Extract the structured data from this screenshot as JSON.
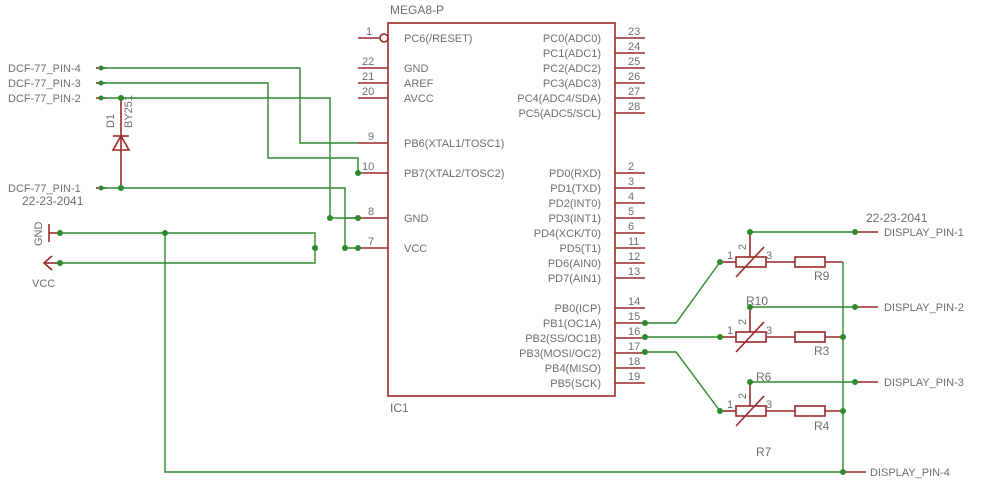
{
  "ic1": {
    "part": "MEGA8-P",
    "name": "IC1",
    "left_pins": [
      {
        "num": "1",
        "name": "PC6(/RESET)"
      },
      {
        "num": "22",
        "name": "GND"
      },
      {
        "num": "21",
        "name": "AREF"
      },
      {
        "num": "20",
        "name": "AVCC"
      },
      {
        "num": "9",
        "name": "PB6(XTAL1/TOSC1)"
      },
      {
        "num": "10",
        "name": "PB7(XTAL2/TOSC2)"
      },
      {
        "num": "8",
        "name": "GND"
      },
      {
        "num": "7",
        "name": "VCC"
      }
    ],
    "right_pins": [
      {
        "num": "23",
        "name": "PC0(ADC0)"
      },
      {
        "num": "24",
        "name": "PC1(ADC1)"
      },
      {
        "num": "25",
        "name": "PC2(ADC2)"
      },
      {
        "num": "26",
        "name": "PC3(ADC3)"
      },
      {
        "num": "27",
        "name": "PC4(ADC4/SDA)"
      },
      {
        "num": "28",
        "name": "PC5(ADC5/SCL)"
      },
      {
        "num": "2",
        "name": "PD0(RXD)"
      },
      {
        "num": "3",
        "name": "PD1(TXD)"
      },
      {
        "num": "4",
        "name": "PD2(INT0)"
      },
      {
        "num": "5",
        "name": "PD3(INT1)"
      },
      {
        "num": "6",
        "name": "PD4(XCK/T0)"
      },
      {
        "num": "11",
        "name": "PD5(T1)"
      },
      {
        "num": "12",
        "name": "PD6(AIN0)"
      },
      {
        "num": "13",
        "name": "PD7(AIN1)"
      },
      {
        "num": "14",
        "name": "PB0(ICP)"
      },
      {
        "num": "15",
        "name": "PB1(OC1A)"
      },
      {
        "num": "16",
        "name": "PB2(SS/OC1B)"
      },
      {
        "num": "17",
        "name": "PB3(MOSI/OC2)"
      },
      {
        "num": "18",
        "name": "PB4(MISO)"
      },
      {
        "num": "19",
        "name": "PB5(SCK)"
      }
    ]
  },
  "left_connector": {
    "pins": [
      "DCF-77_PIN-4",
      "DCF-77_PIN-3",
      "DCF-77_PIN-2",
      "DCF-77_PIN-1"
    ],
    "part": "22-23-2041"
  },
  "diode": {
    "name": "D1",
    "value": "BY251"
  },
  "power": {
    "gnd": "GND",
    "vcc": "VCC"
  },
  "right_connector": {
    "part": "22-23-2041",
    "pins": [
      "DISPLAY_PIN-1",
      "DISPLAY_PIN-2",
      "DISPLAY_PIN-3",
      "DISPLAY_PIN-4"
    ]
  },
  "pots": [
    {
      "name": "R10",
      "pin_a": "1",
      "pin_w": "2",
      "pin_b": "3"
    },
    {
      "name": "R6",
      "pin_a": "1",
      "pin_w": "2",
      "pin_b": "3"
    },
    {
      "name": "R7",
      "pin_a": "1",
      "pin_w": "2",
      "pin_b": "3"
    }
  ],
  "resistors": [
    "R9",
    "R3",
    "R4"
  ]
}
